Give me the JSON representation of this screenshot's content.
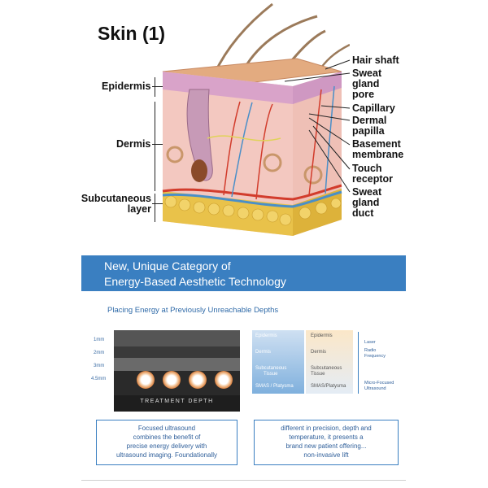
{
  "diagram": {
    "title": "Skin (1)",
    "left_labels": {
      "epidermis": "Epidermis",
      "dermis": "Dermis",
      "subcutaneous": [
        "Subcutaneous",
        "layer"
      ]
    },
    "right_labels": {
      "hair_shaft": "Hair shaft",
      "sweat_pore": [
        "Sweat",
        "gland",
        "pore"
      ],
      "capillary": "Capillary",
      "dermal_papilla": [
        "Dermal",
        "papilla"
      ],
      "basement_membrane": [
        "Basement",
        "membrane"
      ],
      "touch_receptor": [
        "Touch",
        "receptor"
      ],
      "sweat_duct": [
        "Sweat",
        "gland",
        "duct"
      ]
    }
  },
  "slide": {
    "banner_line1": "New, Unique Category of",
    "banner_line2": "Energy-Based Aesthetic Technology",
    "subheading": "Placing Energy at Previously Unreachable Depths",
    "depth_ticks": [
      "1mm",
      "2mm",
      "3mm",
      "4.5mm"
    ],
    "image_caption": "TREATMENT DEPTH",
    "layer_table": {
      "left": [
        "Epidermis",
        "Dermis",
        "Subcutaneous",
        "Tissue",
        "SMAS / Platysma"
      ],
      "right": [
        "Epidermis",
        "Dermis",
        "Subcutaneous",
        "Tissue",
        "SMAS/Platysma"
      ]
    },
    "modalities": {
      "laser": "Laser",
      "radio": [
        "Radio",
        "Frequency"
      ],
      "mfu": [
        "Micro-Focused",
        "Ultrasound"
      ]
    },
    "box_left": [
      "Focused ultrasound",
      "combines the benefit of",
      "precise energy delivery with",
      "ultrasound imaging. Foundationally"
    ],
    "box_right": [
      "different in precision, depth and",
      "temperature, it presents a",
      "brand new patient offering...",
      "non-invasive lift"
    ]
  },
  "colors": {
    "banner": "#3a7fc1",
    "accent_text": "#2f6aa8",
    "epidermis": "#e7b48c",
    "dermis": "#f3c8c0",
    "fat": "#e9c24a"
  }
}
